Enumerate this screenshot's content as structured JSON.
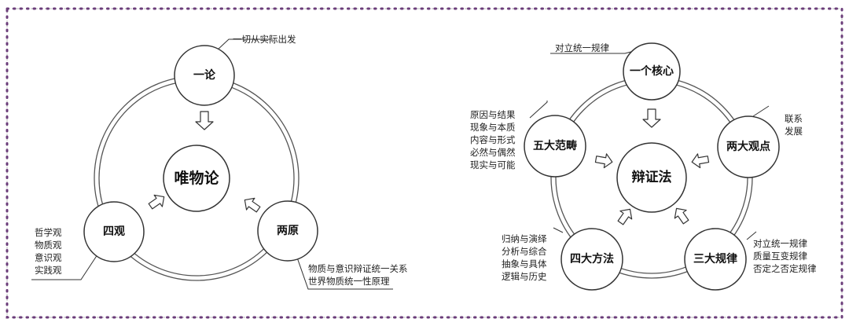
{
  "left_diagram": {
    "center": "唯物论",
    "top_node": "一论",
    "left_node": "四观",
    "right_node": "两原",
    "top_note": "一切从实际出发",
    "left_note": [
      "哲学观",
      "物质观",
      "意识观",
      "实践观"
    ],
    "right_note": [
      "物质与意识辩证统一关系",
      "世界物质统一性原理"
    ]
  },
  "right_diagram": {
    "center": "辩证法",
    "top_node": "一个核心",
    "left_node": "五大范畴",
    "right_node": "两大观点",
    "bottom_left_node": "四大方法",
    "bottom_right_node": "三大规律",
    "top_note": "对立统一规律",
    "left_note": [
      "原因与结果",
      "现象与本质",
      "内容与形式",
      "必然与偶然",
      "现实与可能"
    ],
    "right_note": [
      "联系",
      "发展"
    ],
    "bottom_left_note": [
      "归纳与演绎",
      "分析与综合",
      "抽象与具体",
      "逻辑与历史"
    ],
    "bottom_right_note": [
      "对立统一规律",
      "质量互变规律",
      "否定之否定规律"
    ]
  },
  "colors": {
    "frame_dots": "#6b3d7a",
    "frame_dashes": "#c8c8c8",
    "stroke": "#333333"
  }
}
